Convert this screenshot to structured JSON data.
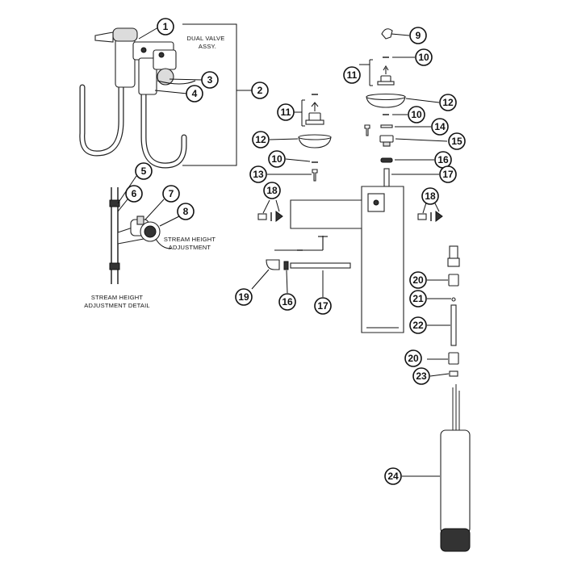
{
  "labels": {
    "dual_valve_line1": "DUAL VALVE",
    "dual_valve_line2": "ASSY.",
    "stream_height_adj_line1": "STREAM HEIGHT",
    "stream_height_adj_line2": "ADJUSTMENT",
    "detail_line1": "STREAM HEIGHT",
    "detail_line2": "ADJUSTMENT DETAIL"
  },
  "callouts": {
    "c1": "1",
    "c2": "2",
    "c3": "3",
    "c4": "4",
    "c5": "5",
    "c6": "6",
    "c7": "7",
    "c8": "8",
    "c9": "9",
    "c10a": "10",
    "c10b": "10",
    "c10c": "10",
    "c11a": "11",
    "c11b": "11",
    "c12a": "12",
    "c12b": "12",
    "c13": "13",
    "c14": "14",
    "c15": "15",
    "c16a": "16",
    "c16b": "16",
    "c17a": "17",
    "c17b": "17",
    "c18a": "18",
    "c18b": "18",
    "c19": "19",
    "c20a": "20",
    "c20b": "20",
    "c21": "21",
    "c22": "22",
    "c23": "23",
    "c24": "24"
  }
}
